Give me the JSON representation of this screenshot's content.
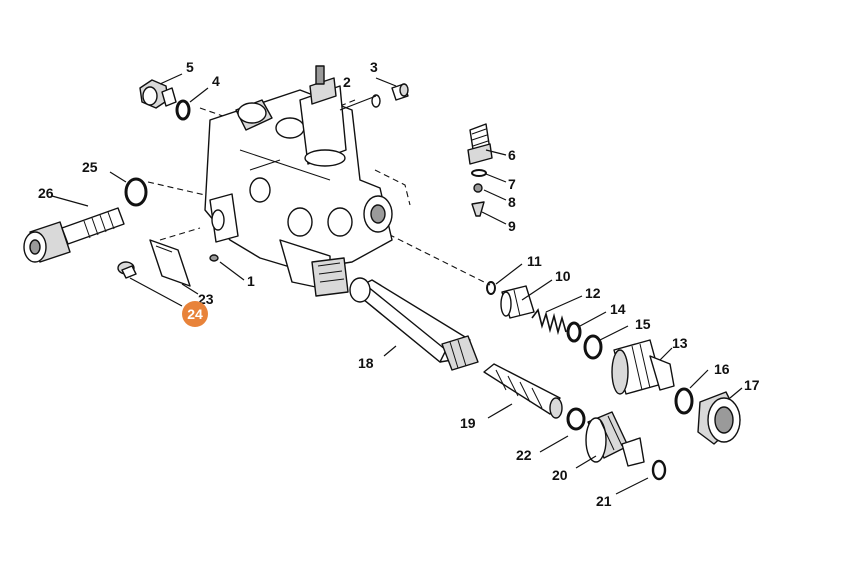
{
  "diagram": {
    "highlight_color": "#e8833a",
    "highlighted_label": "24",
    "labels": {
      "p1": "1",
      "p2": "2",
      "p3": "3",
      "p4": "4",
      "p5": "5",
      "p6": "6",
      "p7": "7",
      "p8": "8",
      "p9": "9",
      "p10": "10",
      "p11": "11",
      "p12": "12",
      "p13": "13",
      "p14": "14",
      "p15": "15",
      "p16": "16",
      "p17": "17",
      "p18": "18",
      "p19": "19",
      "p20": "20",
      "p21": "21",
      "p22": "22",
      "p23": "23",
      "p24": "24",
      "p25": "25",
      "p26": "26"
    }
  }
}
